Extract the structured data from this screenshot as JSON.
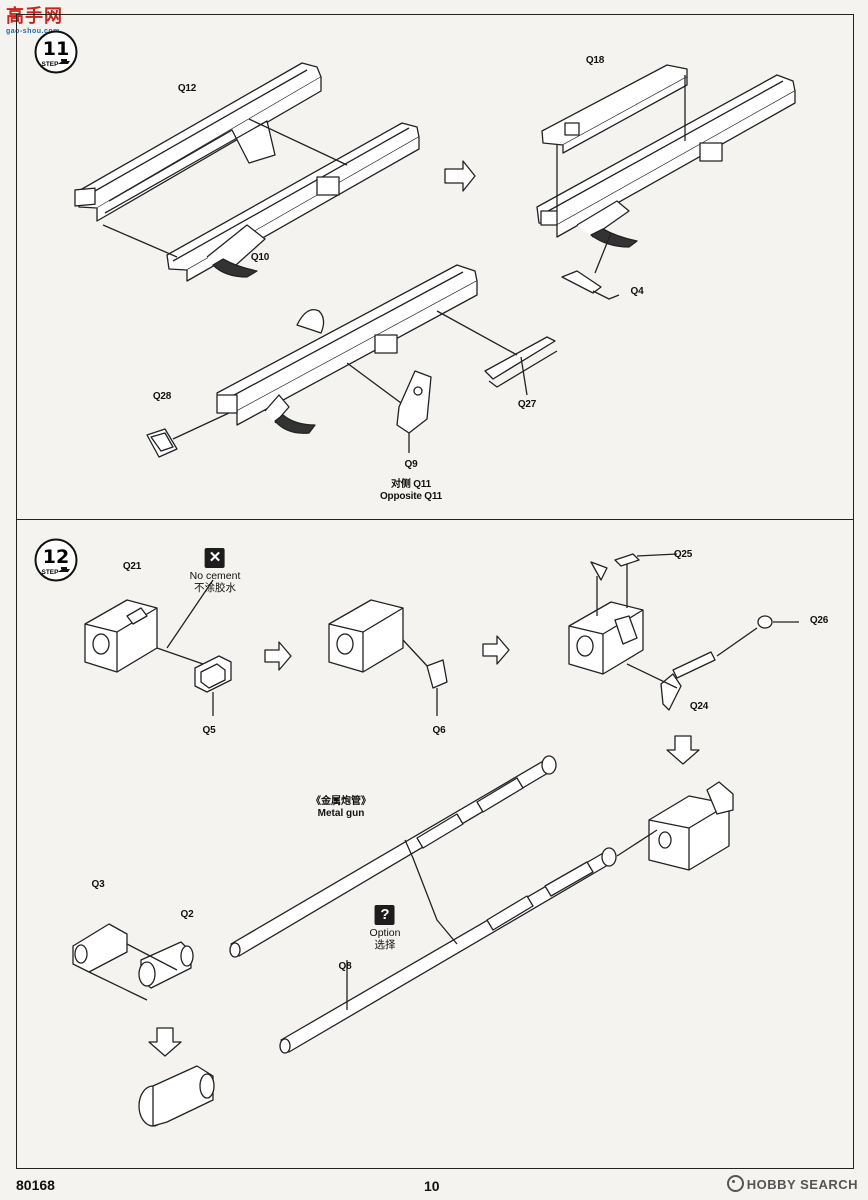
{
  "watermark": {
    "brand": "高手网",
    "url": "gao-shou.com"
  },
  "steps": [
    {
      "number": "11",
      "word": "STEP"
    },
    {
      "number": "12",
      "word": "STEP"
    }
  ],
  "step11": {
    "labels": {
      "q12": "Q12",
      "q10": "Q10",
      "q18": "Q18",
      "q4": "Q4",
      "q28": "Q28",
      "q27": "Q27",
      "q9": "Q9",
      "opposite_cn": "对侧 Q11",
      "opposite_en": "Opposite Q11"
    }
  },
  "step12": {
    "labels": {
      "q21": "Q21",
      "q5": "Q5",
      "q6": "Q6",
      "q25": "Q25",
      "q26": "Q26",
      "q24": "Q24",
      "q3": "Q3",
      "q2": "Q2",
      "q8": "Q8"
    },
    "no_cement": {
      "en": "No cement",
      "cn": "不涂胶水",
      "icon": "cross-box-icon"
    },
    "metal_gun": {
      "cn": "《金属炮管》",
      "en": "Metal gun"
    },
    "option": {
      "en": "Option",
      "cn": "选择",
      "icon": "question-box-icon"
    }
  },
  "footer": {
    "kit_number": "80168",
    "page_number": "10",
    "source": "HOBBY SEARCH"
  },
  "colors": {
    "line": "#222222",
    "paper": "#f4f3ef",
    "watermark_red": "#c8231e"
  }
}
